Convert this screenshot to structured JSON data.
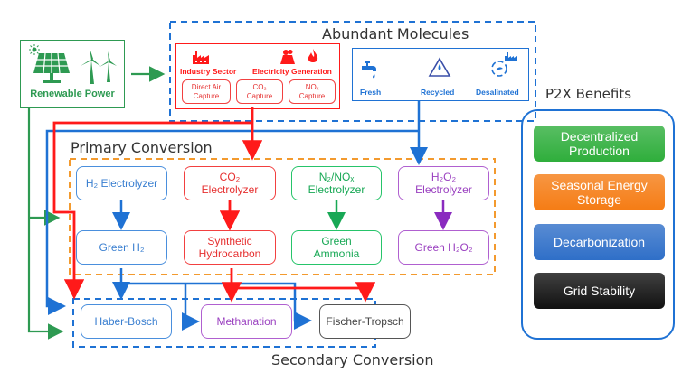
{
  "renewable": {
    "label": "Renewable Power",
    "icons": [
      "solar-panel-icon",
      "wind-turbine-icon"
    ]
  },
  "abundant": {
    "title": "Abundant Molecules",
    "co2_group": {
      "industry_label": "Industry Sector",
      "electricity_label": "Electricity Generation",
      "captures": [
        {
          "line1": "Direct Air",
          "line2": "Capture"
        },
        {
          "line1": "CO₂",
          "line2": "Capture"
        },
        {
          "line1": "NOₓ",
          "line2": "Capture"
        }
      ]
    },
    "water_group": {
      "items": [
        {
          "label": "Fresh",
          "icon": "faucet-icon"
        },
        {
          "label": "Recycled",
          "icon": "recycle-icon"
        },
        {
          "label": "Desalinated",
          "icon": "desalination-icon"
        }
      ]
    }
  },
  "primary": {
    "title": "Primary Conversion",
    "electrolyzers": [
      {
        "line1": "H₂ Electrolyzer",
        "line2": ""
      },
      {
        "line1": "CO₂",
        "line2": "Electrolyzer"
      },
      {
        "line1": "N₂/NOₓ",
        "line2": "Electrolyzer"
      },
      {
        "line1": "H₂O₂",
        "line2": "Electrolyzer"
      }
    ],
    "products": [
      {
        "line1": "Green H₂",
        "line2": ""
      },
      {
        "line1": "Synthetic",
        "line2": "Hydrocarbon"
      },
      {
        "line1": "Green",
        "line2": "Ammonia"
      },
      {
        "line1": "Green H₂O₂",
        "line2": ""
      }
    ]
  },
  "secondary": {
    "title": "Secondary Conversion",
    "processes": [
      "Haber-Bosch",
      "Methanation",
      "Fischer-Tropsch"
    ]
  },
  "benefits": {
    "title": "P2X Benefits",
    "items": [
      {
        "label": "Decentralized Production",
        "color": "#2fae3c"
      },
      {
        "label": "Seasonal Energy Storage",
        "color": "#f57c14"
      },
      {
        "label": "Decarbonization",
        "color": "#2f6fc8"
      },
      {
        "label": "Grid Stability",
        "color": "#111111"
      }
    ]
  },
  "colors": {
    "green": "#2e9a52",
    "blue": "#1f72d4",
    "red": "#ff1a1a",
    "orange": "#f39a2e",
    "purple": "#8a2bbf"
  }
}
